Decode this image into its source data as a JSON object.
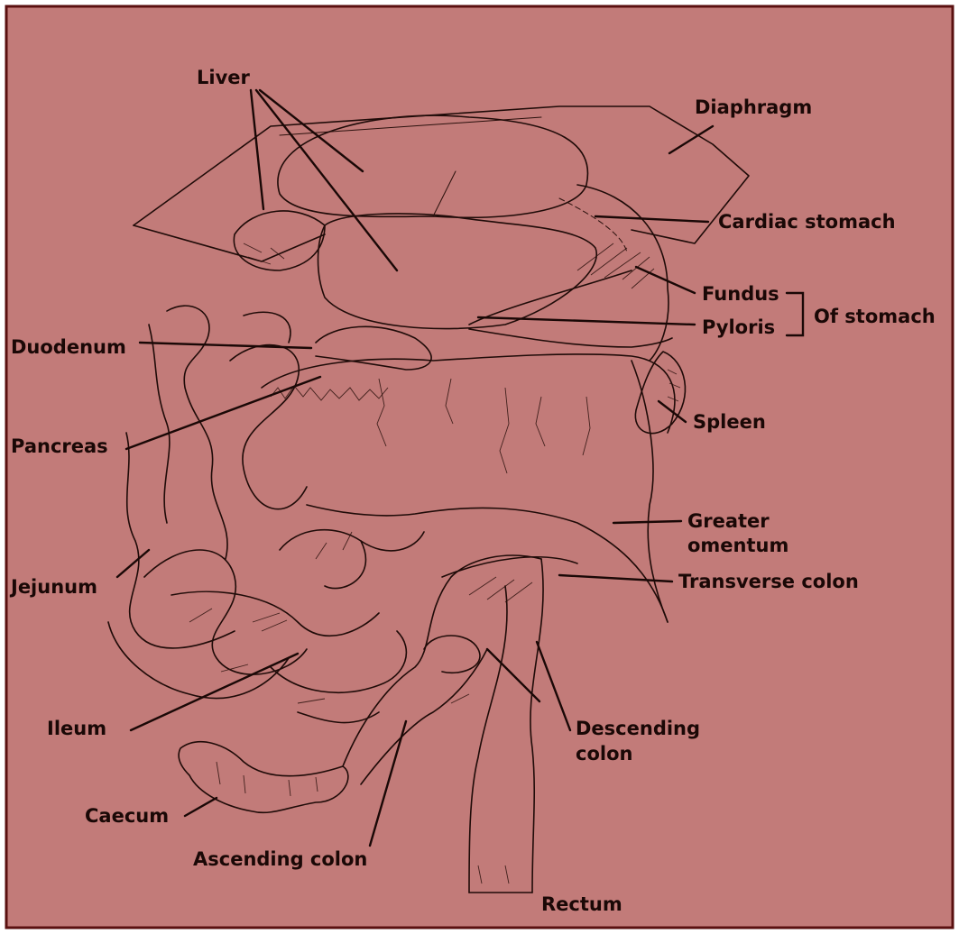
{
  "labels": {
    "liver": "Liver",
    "diaphragm": "Diaphragm",
    "cardiac_stomach": "Cardiac stomach",
    "fundus": "Fundus",
    "pyloris": "Pyloris",
    "of_stomach": "Of stomach",
    "duodenum": "Duodenum",
    "pancreas": "Pancreas",
    "spleen": "Spleen",
    "greater_omentum_1": "Greater",
    "greater_omentum_2": "omentum",
    "transverse_colon": "Transverse colon",
    "jejunum": "Jejunum",
    "ileum": "Ileum",
    "descending_colon_1": "Descending",
    "descending_colon_2": "colon",
    "caecum": "Caecum",
    "ascending_colon": "Ascending colon",
    "rectum": "Rectum"
  },
  "colors": {
    "background": "#c27b79",
    "frame": "#5a1010",
    "ink": "#1f0b08"
  }
}
